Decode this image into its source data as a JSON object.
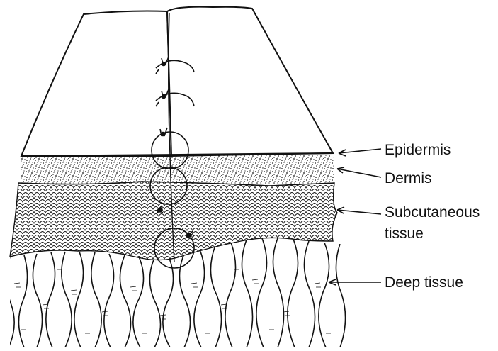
{
  "labels": {
    "epidermis": "Epidermis",
    "dermis": "Dermis",
    "subcutaneous_line1": "Subcutaneous",
    "subcutaneous_line2": "tissue",
    "deep_tissue": "Deep tissue"
  },
  "colors": {
    "ink": "#111111",
    "background": "#ffffff"
  }
}
